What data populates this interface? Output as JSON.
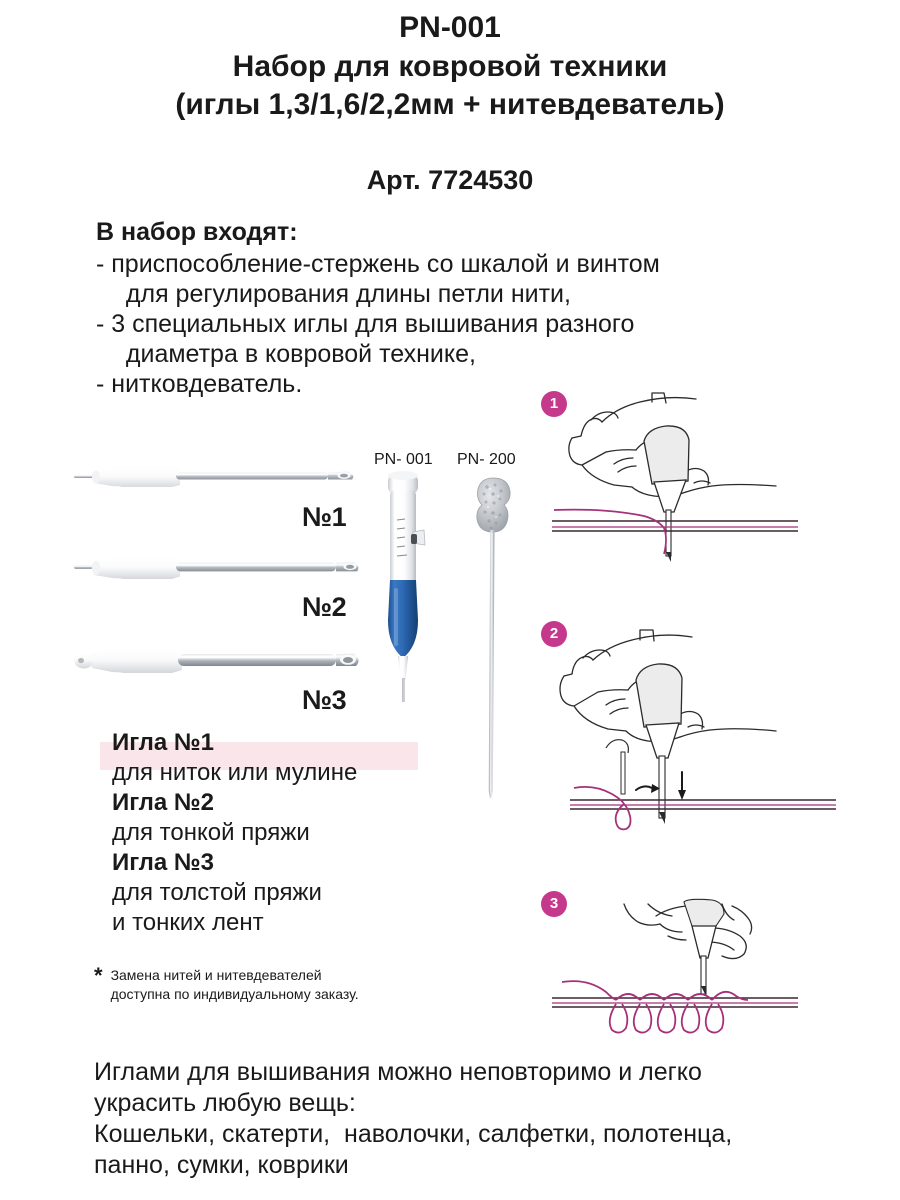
{
  "header": {
    "code": "PN-001",
    "title_line1": "Набор для ковровой техники",
    "title_line2": "(иглы 1,3/1,6/2,2мм + нитевдеватель)",
    "artikul": "Арт. 7724530"
  },
  "set_contents": {
    "heading": "В набор входят:",
    "items": [
      "- приспособление-стержень со шкалой и винтом",
      "  для регулирования длины петли нити,",
      "- 3 специальных иглы для вышивания разного",
      "  диаметра в ковровой технике,",
      "- нитковдеватель."
    ]
  },
  "needles": {
    "labels": [
      "№1",
      "№2",
      "№3"
    ]
  },
  "products": {
    "pen_code": "PN- 001",
    "threader_code": "PN- 200"
  },
  "descriptions": [
    {
      "title": "Игла №1",
      "text": "для ниток или мулине"
    },
    {
      "title": "Игла №2",
      "text": "для тонкой пряжи"
    },
    {
      "title": "Игла №3",
      "text": "для толстой пряжи",
      "text2": "и тонких лент"
    }
  ],
  "footnote": {
    "star": "*",
    "line1": "Замена нитей и нитевдевателей",
    "line2": "доступна по индивидуальному заказу."
  },
  "bottom": {
    "lines": [
      "Иглами для вышивания можно неповторимо и легко",
      "украсить любую вещь:",
      "Кошельки, скатерти,  наволочки, салфетки, полотенца,",
      "панно, сумки, коврики"
    ]
  },
  "steps": {
    "badges": [
      "1",
      "2",
      "3"
    ]
  },
  "colors": {
    "accent_pink": "#c4398c",
    "thread": "#a6307a",
    "highlight_band": "#fae6ea",
    "pen_grip": "#2a62ab",
    "text": "#1a1a1a",
    "background": "#ffffff"
  }
}
